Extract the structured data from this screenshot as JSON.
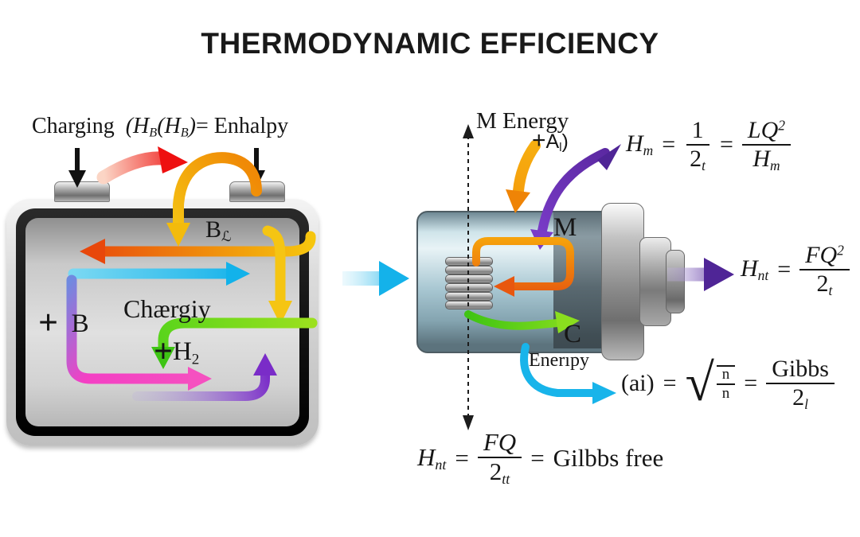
{
  "title": "THERMODYNAMIC EFFICIENCY",
  "charging": {
    "word": "Charging",
    "p1": "(",
    "h1": "H",
    "s1": "B",
    "p2": "(",
    "h2": "H",
    "s2": "B",
    "p3": ")",
    "eq": "=",
    "rhs": "Enhalpy"
  },
  "left_battery": {
    "corner_label": "B",
    "corner_sub": "ℒ",
    "center_label": "Chærgiy",
    "plus1": "+",
    "b": "B",
    "plus2": "+",
    "h": "H",
    "h_sub": "2"
  },
  "mid_top": {
    "label": "M Energy",
    "plus": "+",
    "a": "A",
    "a_sub": "l",
    "paren": ")"
  },
  "right_battery": {
    "m_label": "M",
    "c_label": "C",
    "energy_label": "Enerıpy"
  },
  "equations": {
    "top_right": {
      "lhs": "H",
      "lhs_sub": "m",
      "eq1": "=",
      "f1_num": "1",
      "f1_den": "2",
      "f1_den_sub": "t",
      "eq2": "=",
      "f2_num": "LQ",
      "f2_num_sup": "2",
      "f2_den": "H",
      "f2_den_sub": "m"
    },
    "mid_right": {
      "lhs": "H",
      "lhs_sub": "nt",
      "eq": "=",
      "f_num": "FQ",
      "f_num_sup": "2",
      "f_den": "2",
      "f_den_sub": "t"
    },
    "bottom_right": {
      "lhs": "(ai)",
      "eq1": "=",
      "radical": "√",
      "f1_num": "n",
      "f1_den": "n",
      "eq2": "=",
      "f2_num": "Gibbs",
      "f2_den": "2",
      "f2_den_sub": "l"
    },
    "bottom_mid": {
      "lhs": "H",
      "lhs_sub": "nt",
      "eq1": "=",
      "f_num": "FQ",
      "f_den": "2",
      "f_den_sub": "tt",
      "eq2": "=",
      "rhs": "Gilbbs free"
    }
  },
  "colors": {
    "red": "#ee1010",
    "orange": "#f59a0b",
    "yellow": "#f5c513",
    "green": "#58d41c",
    "cyan": "#14b2ea",
    "magenta": "#f43fc4",
    "purple": "#7a2cc8",
    "violet": "#5a28a0",
    "black": "#161616"
  }
}
